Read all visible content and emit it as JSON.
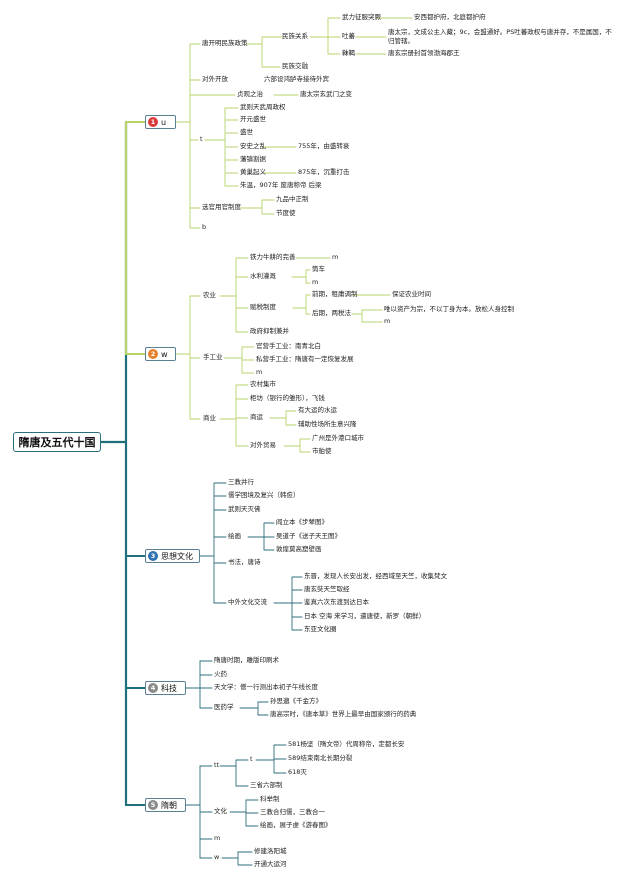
{
  "title": "隋唐及五代十国",
  "branches": [
    {
      "num": "1",
      "label": "u",
      "color": "#d93a3a"
    },
    {
      "num": "2",
      "label": "w",
      "color": "#e8802a"
    },
    {
      "num": "3",
      "label": "思想文化",
      "color": "#2e6fb0"
    },
    {
      "num": "4",
      "label": "科技",
      "color": "#8a8a8a"
    },
    {
      "num": "5",
      "label": "隋朝",
      "color": "#8a8a8a"
    }
  ],
  "n": {
    "b1_tangqian": "唐开明民族政策",
    "b1_minzu": "民族关系",
    "b1_wuli": "武力征服突厥",
    "b1_anxi": "安西都护府，北庭都护府",
    "b1_tubo": "吐蕃",
    "b1_tubo_desc": "唐太宗，文成公主入藏；9c，会盟通好。PS吐蕃政权与唐并存，不是属国，不归管辖。",
    "b1_mohe": "靺鞨",
    "b1_mohe_desc": "唐玄宗册封首领渤海郡王",
    "b1_minzujiaorong": "民族交融",
    "b1_duiwai": "对外开放",
    "b1_liubu": "六部设鸿胪寺接待外宾",
    "b1_zhenguan": "贞观之治",
    "b1_xuanwu": "唐太宗玄武门之变",
    "b1_t": "t",
    "b1_wuzetian": "武则天武周政权",
    "b1_kaiyuan": "开元盛世",
    "b1_shengshi": "盛世",
    "b1_anshi": "安史之乱",
    "b1_755": "755年，由盛转衰",
    "b1_fanzhen": "藩镇割据",
    "b1_huangchao": "黄巢起义",
    "b1_875": "875年，沉重打击",
    "b1_zhuwen": "朱温，907年 废唐称帝 后梁",
    "b1_xuanguan": "选官用官制度",
    "b1_jiupin": "九品中正制",
    "b1_jiedu": "节度使",
    "b1_b": "b",
    "b2_nongye": "农业",
    "b2_tieli": "铁力牛耕的完善",
    "b2_m1": "m",
    "b2_shuili": "水利灌溉",
    "b2_tongche": "筒车",
    "b2_m2": "m",
    "b2_fushui": "赋税制度",
    "b2_qianqi": "前期，租庸调制",
    "b2_baozheng": "保证农业时间",
    "b2_houqi": "后期，两税法",
    "b2_liangshui": "唯以资产为宗，不以丁身为本。放松人身控制",
    "b2_m3": "m",
    "b2_zhengfu": "政府抑制兼并",
    "b2_shougong": "手工业",
    "b2_guanying": "官营手工业：南青北白",
    "b2_siying": "私营手工业：隋唐有一定恢复发展",
    "b2_m4": "m",
    "b2_shangye": "商业",
    "b2_nongcun": "农村集市",
    "b2_guifang": "柜坊（银行的雏形），飞钱",
    "b2_shangyun": "商运",
    "b2_dayunhe": "有大运的水运",
    "b2_fuzhu": "辅助性场所生意兴隆",
    "b2_duiwai": "对外贸易",
    "b2_guangzhou": "广州是外港口城市",
    "b2_shibo": "市舶使",
    "b3_sanjiao": "三教并行",
    "b3_ruxue": "儒学困境及复兴（韩愈）",
    "b3_wuzetian": "武则天灭佛",
    "b3_huihua": "绘画",
    "b3_yanliben": "阎立本《步辇图》",
    "b3_wudaozi": "吴道子《送子天王图》",
    "b3_dunhuang": "敦煌莫高窟壁画",
    "b3_shufa": "书法，唐诗",
    "b3_zhongwai": "中外文化交流",
    "b3_xuanzang": "东晋，发现人长安出发，经西域至天竺，收集梵文",
    "b3_tang_xuanzang": "唐玄奘天竺取经",
    "b3_jianzhen": "鉴真六次东渡到达日本",
    "b3_riben": "日本 空海 来学习，遣唐使，新罗（朝鲜）",
    "b3_dongya": "东亚文化圈",
    "b4_yinshua": "隋唐时期，雕版印刷术",
    "b4_huoyao": "火药",
    "b4_tianwen": "天文学：僧一行测出本初子午线长度",
    "b4_yiyao": "医药学",
    "b4_sunsimiao": "孙思邈《千金方》",
    "b4_tanggaozong": "唐高宗时，《唐本草》世界上最早由国家颁行的药典",
    "b5_tt": "tt",
    "b5_t": "t",
    "b5_581": "581杨坚（隋文帝）代周称帝，定都长安",
    "b5_589": "589结束南北长期分裂",
    "b5_618": "618灭",
    "b5_sansheng": "三省六部制",
    "b5_wenhua": "文化",
    "b5_keju": "科举制",
    "b5_sanjiao": "三教合归儒，三教合一",
    "b5_huihua": "绘画，展子虔《游春图》",
    "b5_m": "m",
    "b5_w": "w",
    "b5_luoyang": "修建洛阳城",
    "b5_yunhe": "开通大运河"
  }
}
